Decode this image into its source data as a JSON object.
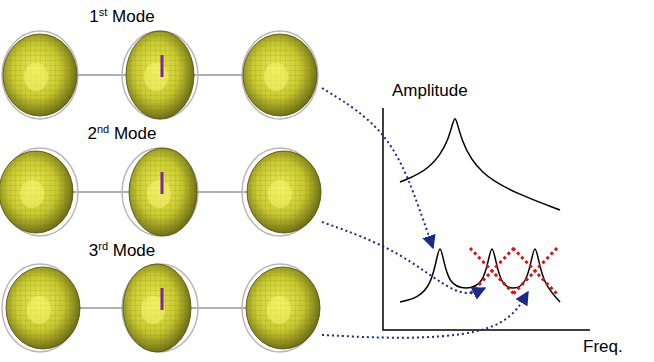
{
  "diagram": {
    "labels": [
      "1st Mode",
      "2nd Mode",
      "3rd Mode",
      "Amplitude",
      "Freq."
    ]
  }
}
